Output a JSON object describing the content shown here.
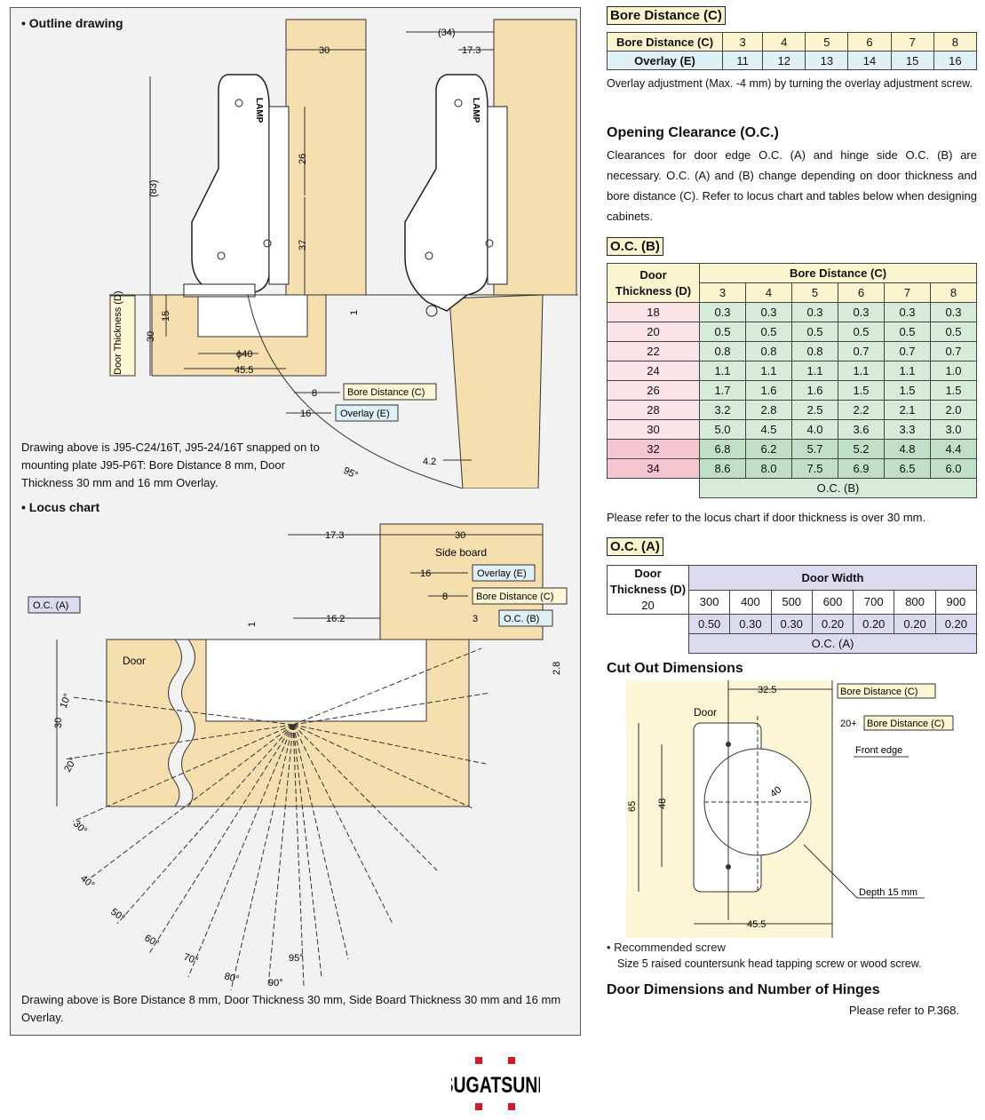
{
  "left": {
    "outline_title": "• Outline drawing",
    "outline_note": "Drawing above is J95-C24/16T, J95-24/16T snapped on to mounting plate J95-P6T: Bore Distance 8 mm, Door Thickness 30 mm and 16 mm Overlay.",
    "locus_title": "• Locus chart",
    "locus_note": "Drawing above is Bore Distance 8 mm, Door Thickness 30 mm, Side Board Thickness 30 mm and 16 mm Overlay.",
    "outline_labels": {
      "dim_30": "30",
      "dim_34": "(34)",
      "dim_173": "17.3",
      "dim_83": "(83)",
      "dim_26": "26",
      "dim_37": "37",
      "dim_15": "15",
      "dim_30b": "30",
      "dim_phi40": "ϕ40",
      "dim_455": "45.5",
      "dim_8": "8",
      "dim_16": "16",
      "dim_1": "1",
      "dim_42": "4.2",
      "angle_95": "95°",
      "door_thickness": "Door Thickness (D)",
      "bore_distance": "Bore Distance (C)",
      "overlay": "Overlay (E)",
      "brand": "LAMP"
    },
    "locus_labels": {
      "dim_173": "17.3",
      "dim_30": "30",
      "side_board": "Side board",
      "overlay": "Overlay (E)",
      "dim_16": "16",
      "dim_8": "8",
      "bore_distance": "Bore Distance (C)",
      "dim_3": "3",
      "oc_b": "O.C. (B)",
      "oc_a": "O.C. (A)",
      "dim_1": "1",
      "dim_162": "16.2",
      "dim_28": "2.8",
      "door": "Door",
      "dim_30v": "30",
      "a10": "10°",
      "a20": "20°",
      "a30": "30°",
      "a40": "40°",
      "a50": "50°",
      "a60": "60°",
      "a70": "70°",
      "a80": "80°",
      "a90": "90°",
      "a95": "95°"
    }
  },
  "bore": {
    "title": "Bore Distance (C)",
    "row1_label": "Bore Distance (C)",
    "row1": [
      "3",
      "4",
      "5",
      "6",
      "7",
      "8"
    ],
    "row2_label": "Overlay (E)",
    "row2": [
      "11",
      "12",
      "13",
      "14",
      "15",
      "16"
    ],
    "note": "Overlay adjustment (Max. -4 mm) by turning the overlay adjustment screw."
  },
  "opening": {
    "title": "Opening Clearance (O.C.)",
    "text": "Clearances for door edge O.C. (A) and hinge side O.C. (B) are necessary. O.C. (A) and (B) change depending on door thickness and bore distance (C). Refer to locus chart and tables below when designing cabinets."
  },
  "ocb": {
    "title": "O.C. (B)",
    "head_door": "Door",
    "head_thickness": "Thickness (D)",
    "head_bore": "Bore Distance (C)",
    "bore_values": [
      "3",
      "4",
      "5",
      "6",
      "7",
      "8"
    ],
    "rows": [
      {
        "t": "18",
        "v": [
          "0.3",
          "0.3",
          "0.3",
          "0.3",
          "0.3",
          "0.3"
        ]
      },
      {
        "t": "20",
        "v": [
          "0.5",
          "0.5",
          "0.5",
          "0.5",
          "0.5",
          "0.5"
        ]
      },
      {
        "t": "22",
        "v": [
          "0.8",
          "0.8",
          "0.8",
          "0.7",
          "0.7",
          "0.7"
        ]
      },
      {
        "t": "24",
        "v": [
          "1.1",
          "1.1",
          "1.1",
          "1.1",
          "1.1",
          "1.0"
        ]
      },
      {
        "t": "26",
        "v": [
          "1.7",
          "1.6",
          "1.6",
          "1.5",
          "1.5",
          "1.5"
        ]
      },
      {
        "t": "28",
        "v": [
          "3.2",
          "2.8",
          "2.5",
          "2.2",
          "2.1",
          "2.0"
        ]
      },
      {
        "t": "30",
        "v": [
          "5.0",
          "4.5",
          "4.0",
          "3.6",
          "3.3",
          "3.0"
        ]
      },
      {
        "t": "32",
        "v": [
          "6.8",
          "6.2",
          "5.7",
          "5.2",
          "4.8",
          "4.4"
        ]
      },
      {
        "t": "34",
        "v": [
          "8.6",
          "8.0",
          "7.5",
          "6.9",
          "6.5",
          "6.0"
        ]
      }
    ],
    "footer": "O.C. (B)",
    "note": "Please refer to the locus chart if door thickness is over 30 mm."
  },
  "oca": {
    "title": "O.C. (A)",
    "head_door": "Door",
    "head_thickness": "Thickness (D)",
    "thickness_value": "20",
    "head_width": "Door Width",
    "widths": [
      "300",
      "400",
      "500",
      "600",
      "700",
      "800",
      "900"
    ],
    "values": [
      "0.50",
      "0.30",
      "0.30",
      "0.20",
      "0.20",
      "0.20",
      "0.20"
    ],
    "footer": "O.C. (A)"
  },
  "cutout": {
    "title": "Cut Out Dimensions",
    "dim_325": "32.5",
    "bore_distance": "Bore Distance (C)",
    "dim_20plus": "20+",
    "door": "Door",
    "front_edge": "Front edge",
    "dim_40": "40",
    "dim_65": "65",
    "dim_48": "48",
    "depth": "Depth 15 mm",
    "dim_455": "45.5",
    "screw_title": "• Recommended screw",
    "screw_text": "Size 5 raised countersunk head tapping screw or wood screw."
  },
  "door_dims": {
    "title": "Door Dimensions and Number of Hinges",
    "text": "Please refer to P.368."
  },
  "logo": "SUGATSUNE",
  "colors": {
    "wood": "#f5dfae",
    "pale": "#fdf6d4"
  }
}
